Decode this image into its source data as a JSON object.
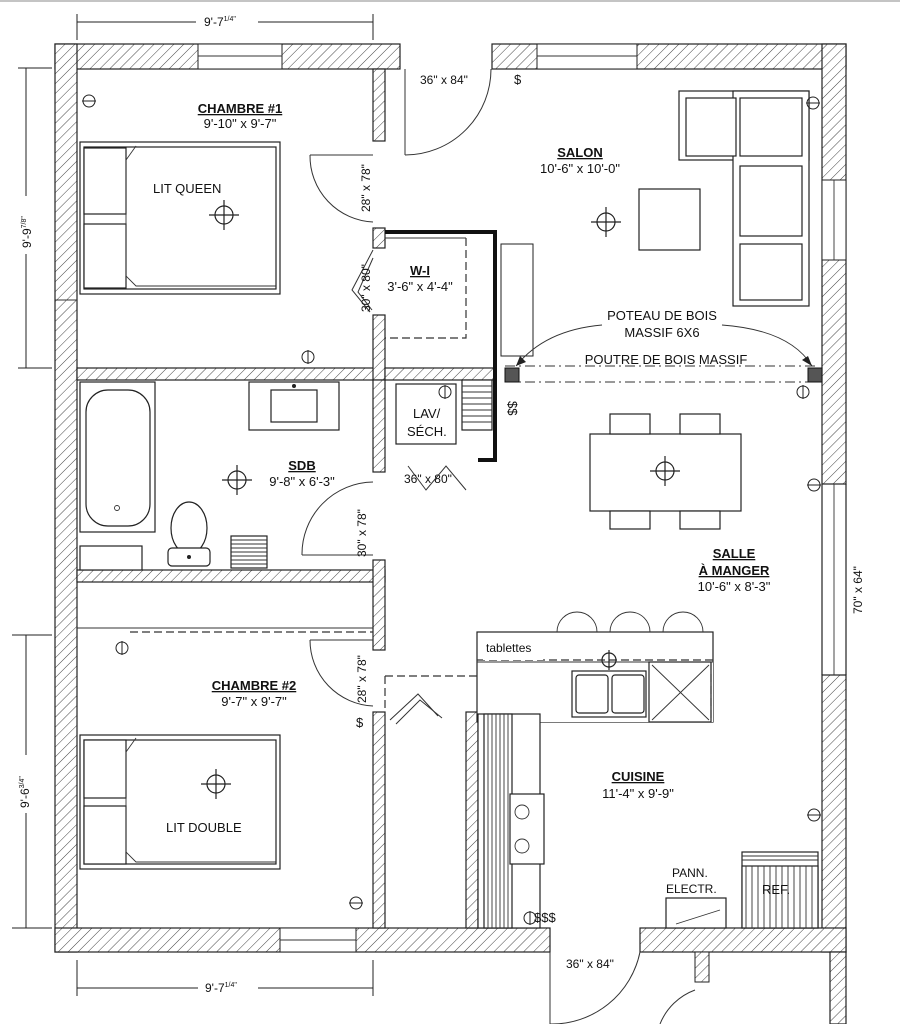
{
  "rooms": {
    "chambre1": {
      "title": "CHAMBRE #1",
      "size": "9'-10\" x  9'-7\""
    },
    "salon": {
      "title": "SALON",
      "size": "10'-6\" x 10'-0\""
    },
    "wi": {
      "title": "W-I",
      "size": "3'-6\" x 4'-4\""
    },
    "sdb": {
      "title": "SDB",
      "size": "9'-8\" x 6'-3\""
    },
    "salle": {
      "title_line1": "SALLE",
      "title_line2": "À MANGER",
      "size": "10'-6\" x 8'-3\""
    },
    "chambre2": {
      "title": "CHAMBRE #2",
      "size": "9'-7\" x  9'-7\""
    },
    "cuisine": {
      "title": "CUISINE",
      "size": "11'-4\" x 9'-9\""
    }
  },
  "furniture": {
    "lit_queen": "LIT QUEEN",
    "lit_double": "LIT DOUBLE",
    "lav_line1": "LAV/",
    "lav_line2": "SÉCH.",
    "tablettes": "tablettes",
    "ref": "REF.",
    "pann_line1": "PANN.",
    "pann_line2": "ELECTR."
  },
  "annotations": {
    "poteau_line1": "POTEAU DE BOIS",
    "poteau_line2": "MASSIF 6X6",
    "poutre": "POUTRE DE BOIS MASSIF"
  },
  "doors": {
    "entry_top": "36\" x 84\"",
    "entry_bottom": "36\" x 84\"",
    "ch1": "28\" x 78\"",
    "wi": "30\" x 80\"",
    "lav": "36\" x 80\"",
    "sdb": "30\" x 78\"",
    "ch2": "28\" x 78\""
  },
  "window": "70\" x 64\"",
  "dimensions": {
    "top_width": "9'-7",
    "top_width_frac": "1/4\"",
    "bottom_width": "9'-7",
    "bottom_width_frac": "1/4\"",
    "left_upper": "9'-9",
    "left_upper_frac": "7/8\"",
    "left_lower": "9'-6",
    "left_lower_frac": "3/4\""
  },
  "symbols": {
    "switch": "$",
    "switch_double": "$$",
    "switch_triple": "$$$"
  },
  "colors": {
    "line": "#222222",
    "background": "#ffffff"
  }
}
